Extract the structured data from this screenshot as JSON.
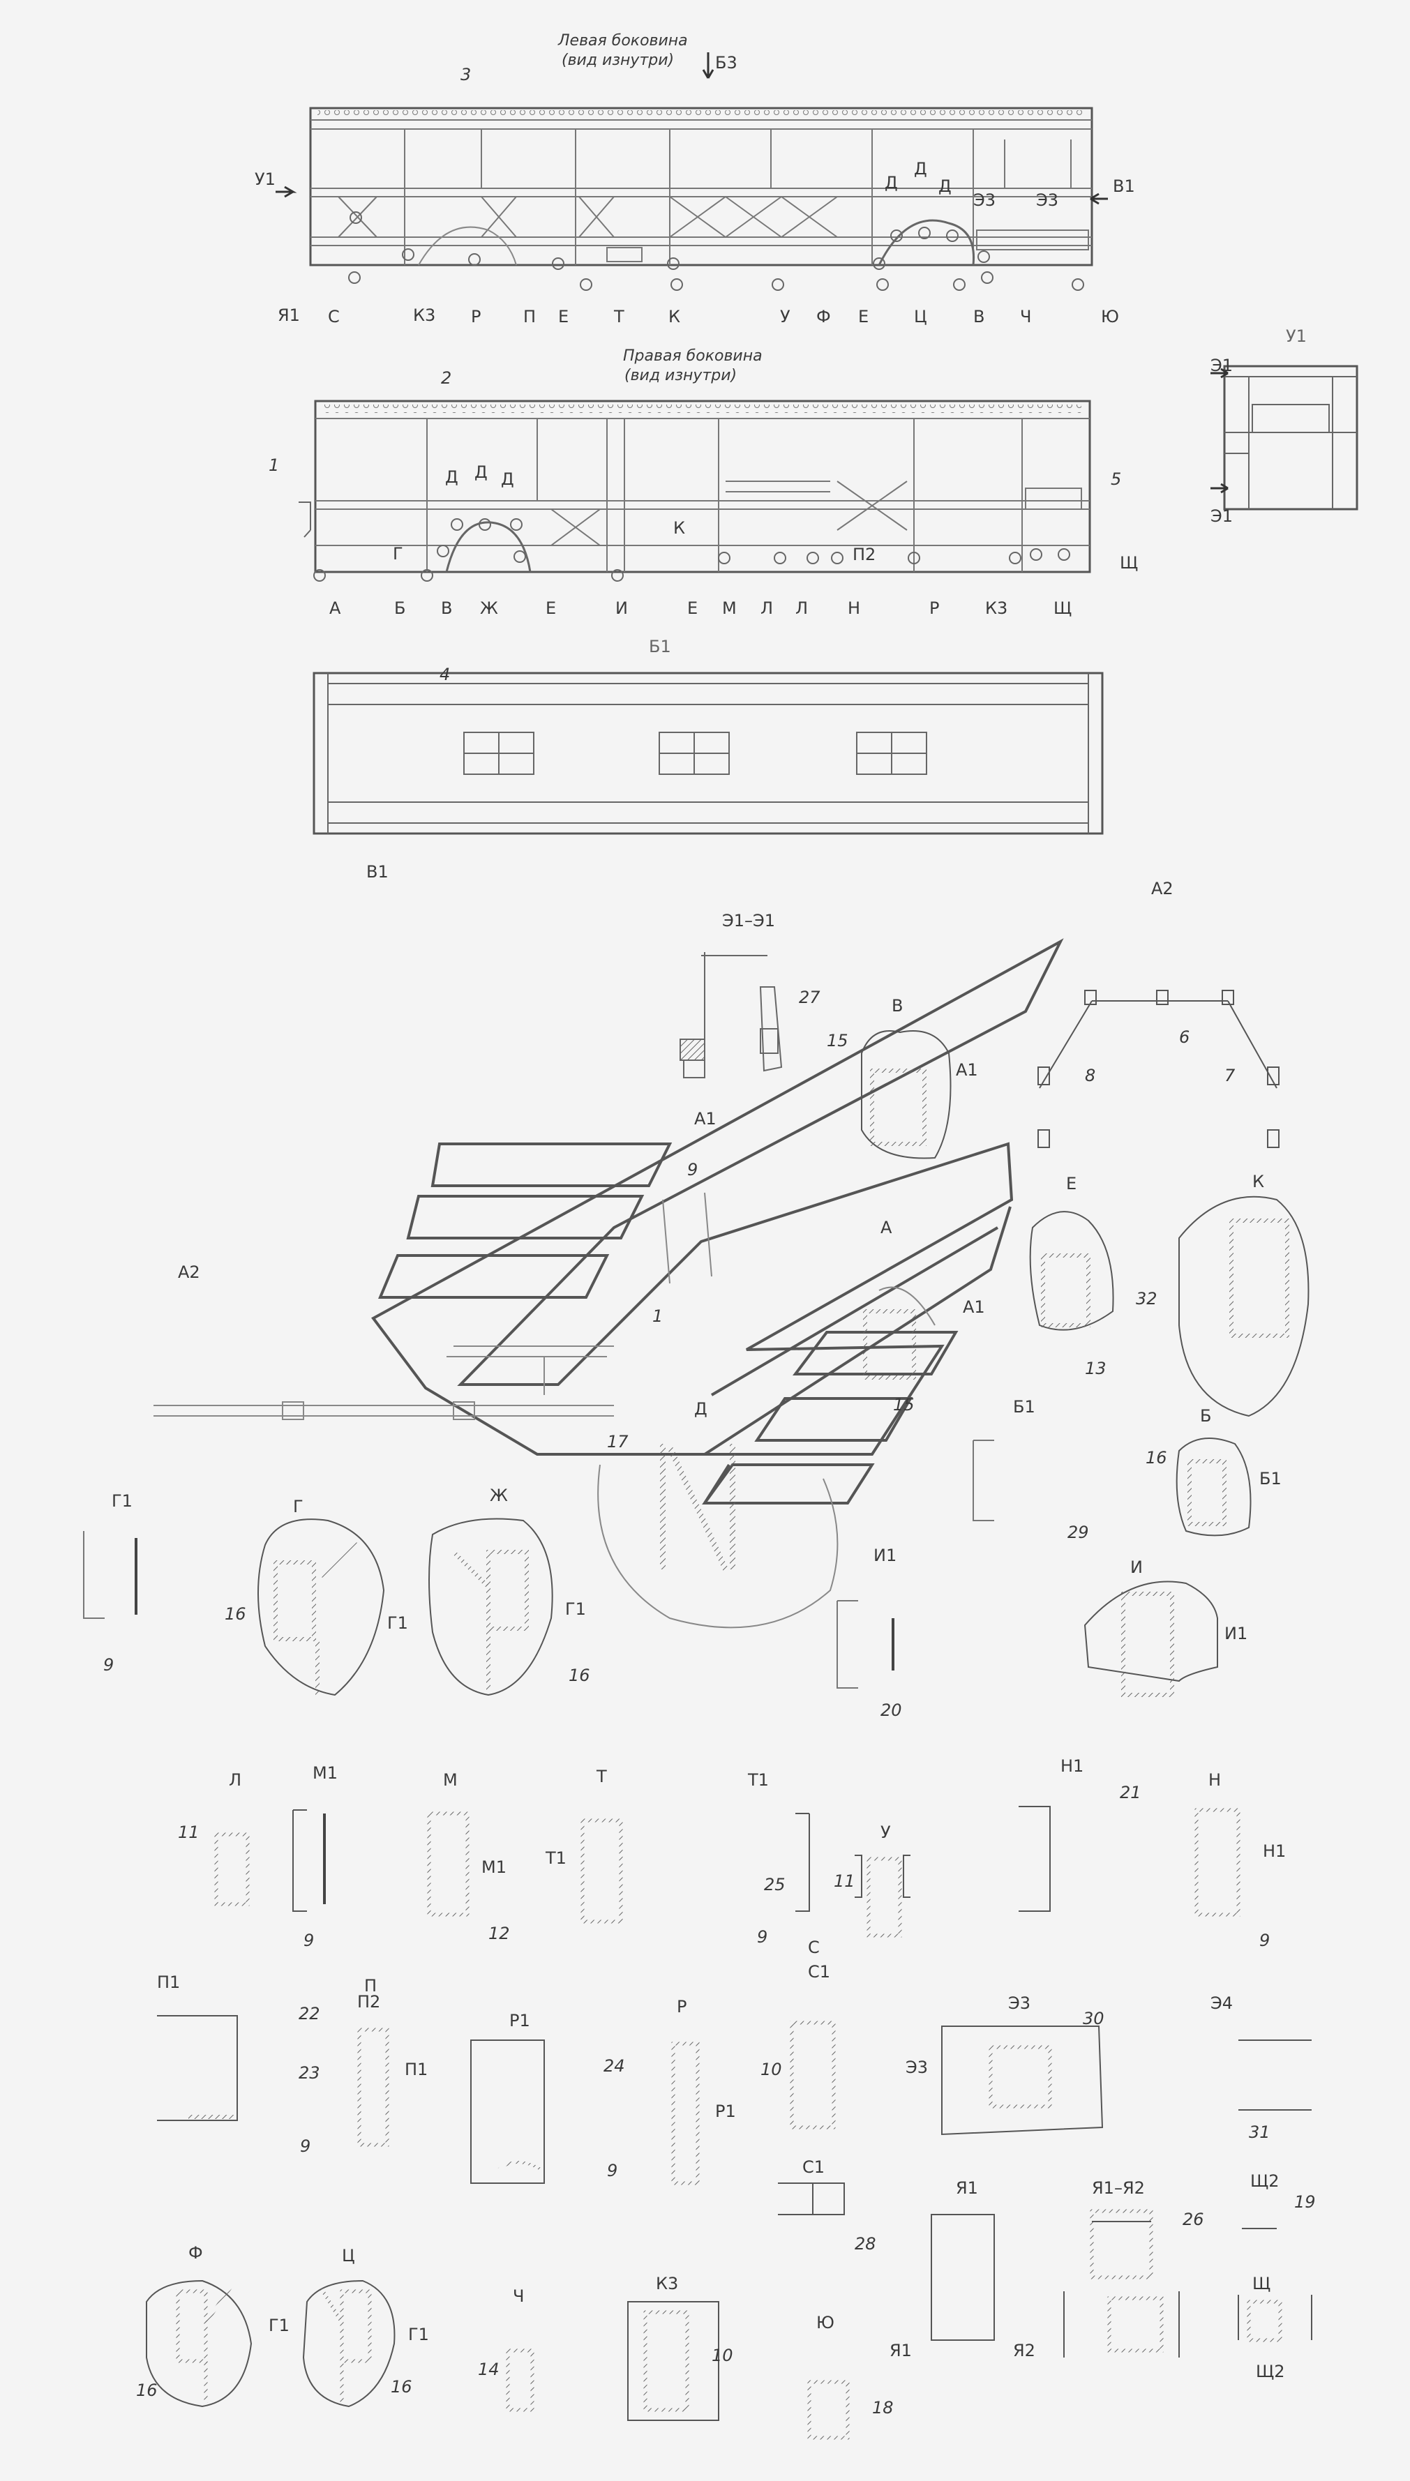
{
  "titles": {
    "left_side_1": "Левая боковина",
    "left_side_2": "(вид изнутри)",
    "right_side_1": "Правая боковина",
    "right_side_2": "(вид изнутри)"
  },
  "top_labels": [
    "Б3",
    "3",
    "У1",
    "В1",
    "Д",
    "Д",
    "Д",
    "Э3",
    "Э3"
  ],
  "left_bottom_labels": [
    "Я1",
    "С",
    "К3",
    "Р",
    "П",
    "Е",
    "Т",
    "К",
    "У",
    "Ф",
    "Е",
    "Ц",
    "В",
    "Ч",
    "Ю"
  ],
  "right_top_labels": [
    "2",
    "1",
    "5",
    "Д",
    "Д",
    "Д",
    "Г",
    "К",
    "П2"
  ],
  "right_bottom_labels": [
    "А",
    "Б",
    "В",
    "Ж",
    "Е",
    "И",
    "Е",
    "М",
    "Л",
    "Л",
    "Н",
    "Р",
    "К3",
    "Щ",
    "Щ"
  ],
  "view_u1": {
    "title": "У1",
    "labels": [
      "Э1",
      "Э1"
    ]
  },
  "roof": {
    "title": "Б1",
    "number": "4"
  },
  "iso": {
    "labels": [
      "В1",
      "Э1–Э1",
      "27",
      "В",
      "15",
      "А1",
      "А1",
      "9",
      "А",
      "А1",
      "15",
      "Д",
      "17",
      "Ж",
      "А2",
      "1"
    ],
    "a2": {
      "title": "А2",
      "labels": [
        "6",
        "8",
        "7"
      ]
    },
    "e": {
      "title": "Е",
      "num": "13"
    },
    "k": {
      "title": "К",
      "num": "32"
    },
    "b1": {
      "title": "Б1",
      "num": "29"
    },
    "b": {
      "title": "Б",
      "num": "16",
      "arrow": "Б1"
    },
    "g1": {
      "title": "Г1",
      "num": "9"
    },
    "g": {
      "title": "Г",
      "num": "16",
      "arrow": "Г1"
    },
    "zh": {
      "num": "16",
      "arrow": "Г1"
    },
    "i1": {
      "title": "И1",
      "num": "20"
    },
    "i": {
      "title": "И",
      "arrow": "И1"
    }
  },
  "details": {
    "row1": [
      "Л",
      "11",
      "М1",
      "9",
      "М",
      "12",
      "М1",
      "Т",
      "Т1",
      "Т1",
      "9",
      "25",
      "У",
      "11",
      "Н1",
      "21",
      "Н",
      "Н1",
      "9"
    ],
    "row2": [
      "С",
      "С1",
      "П1",
      "22",
      "23",
      "9",
      "П",
      "П2",
      "П1",
      "Р1",
      "24",
      "9",
      "Р",
      "Р1",
      "10",
      "Э3",
      "30",
      "Э3",
      "Э4",
      "31"
    ],
    "row3": [
      "Ф",
      "16",
      "Г1",
      "Ц",
      "16",
      "Г1",
      "Ч",
      "14",
      "К3",
      "10",
      "Ю",
      "18",
      "С1",
      "28",
      "Я1",
      "Я1",
      "Я2",
      "Я1–Я2",
      "26",
      "Щ2",
      "19",
      "Щ",
      "Щ2"
    ]
  }
}
